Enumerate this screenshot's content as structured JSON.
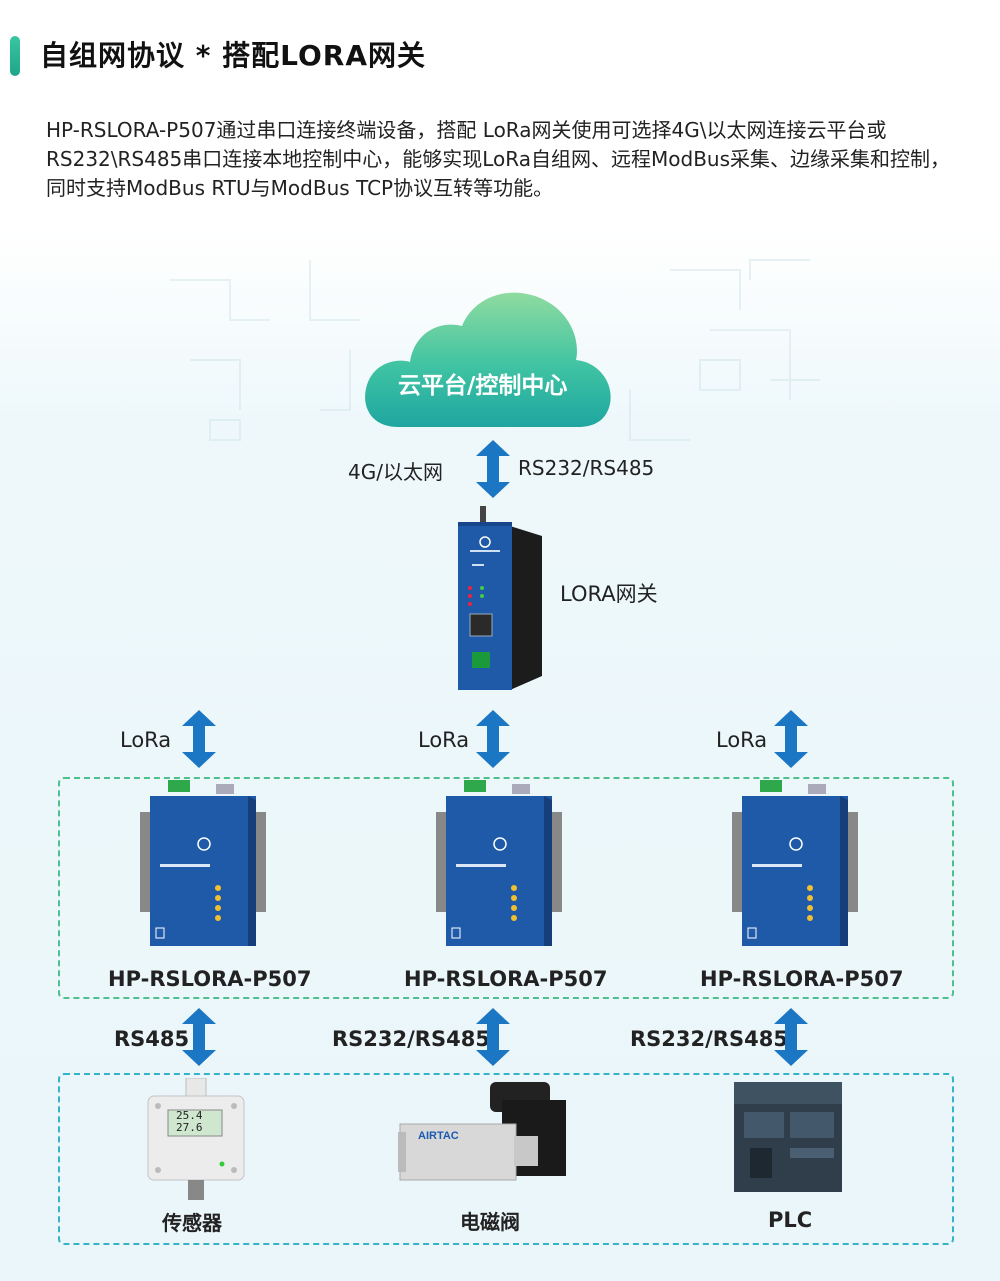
{
  "header": {
    "title": "自组网协议 * 搭配LORA网关"
  },
  "intro": {
    "text": "HP-RSLORA-P507通过串口连接终端设备，搭配 LoRa网关使用可选择4G\\以太网连接云平台或RS232\\RS485串口连接本地控制中心，能够实现LoRa自组网、远程ModBus采集、边缘采集和控制，同时支持ModBus RTU与ModBus TCP协议互转等功能。"
  },
  "cloud": {
    "label": "云平台/控制中心"
  },
  "uplink": {
    "left_label": "4G/以太网",
    "right_label": "RS232/RS485"
  },
  "gateway": {
    "label": "LORA网关"
  },
  "lora_links": [
    {
      "label": "LoRa"
    },
    {
      "label": "LoRa"
    },
    {
      "label": "LoRa"
    }
  ],
  "nodes": [
    {
      "model": "HP-RSLORA-P507"
    },
    {
      "model": "HP-RSLORA-P507"
    },
    {
      "model": "HP-RSLORA-P507"
    }
  ],
  "serial_links": [
    {
      "label": "RS485"
    },
    {
      "label": "RS232/RS485"
    },
    {
      "label": "RS232/RS485"
    }
  ],
  "end_devices": [
    {
      "label": "传感器",
      "readings": [
        "25.4",
        "27.6"
      ]
    },
    {
      "label": "电磁阀",
      "brand": "AIRTAC"
    },
    {
      "label": "PLC"
    }
  ],
  "colors": {
    "accent_green": "#39c6a0",
    "arrow_blue": "#1b77c4",
    "device_blue": "#1e5aa8",
    "node_border": "#4fc08d",
    "end_border": "#34b3c9"
  }
}
